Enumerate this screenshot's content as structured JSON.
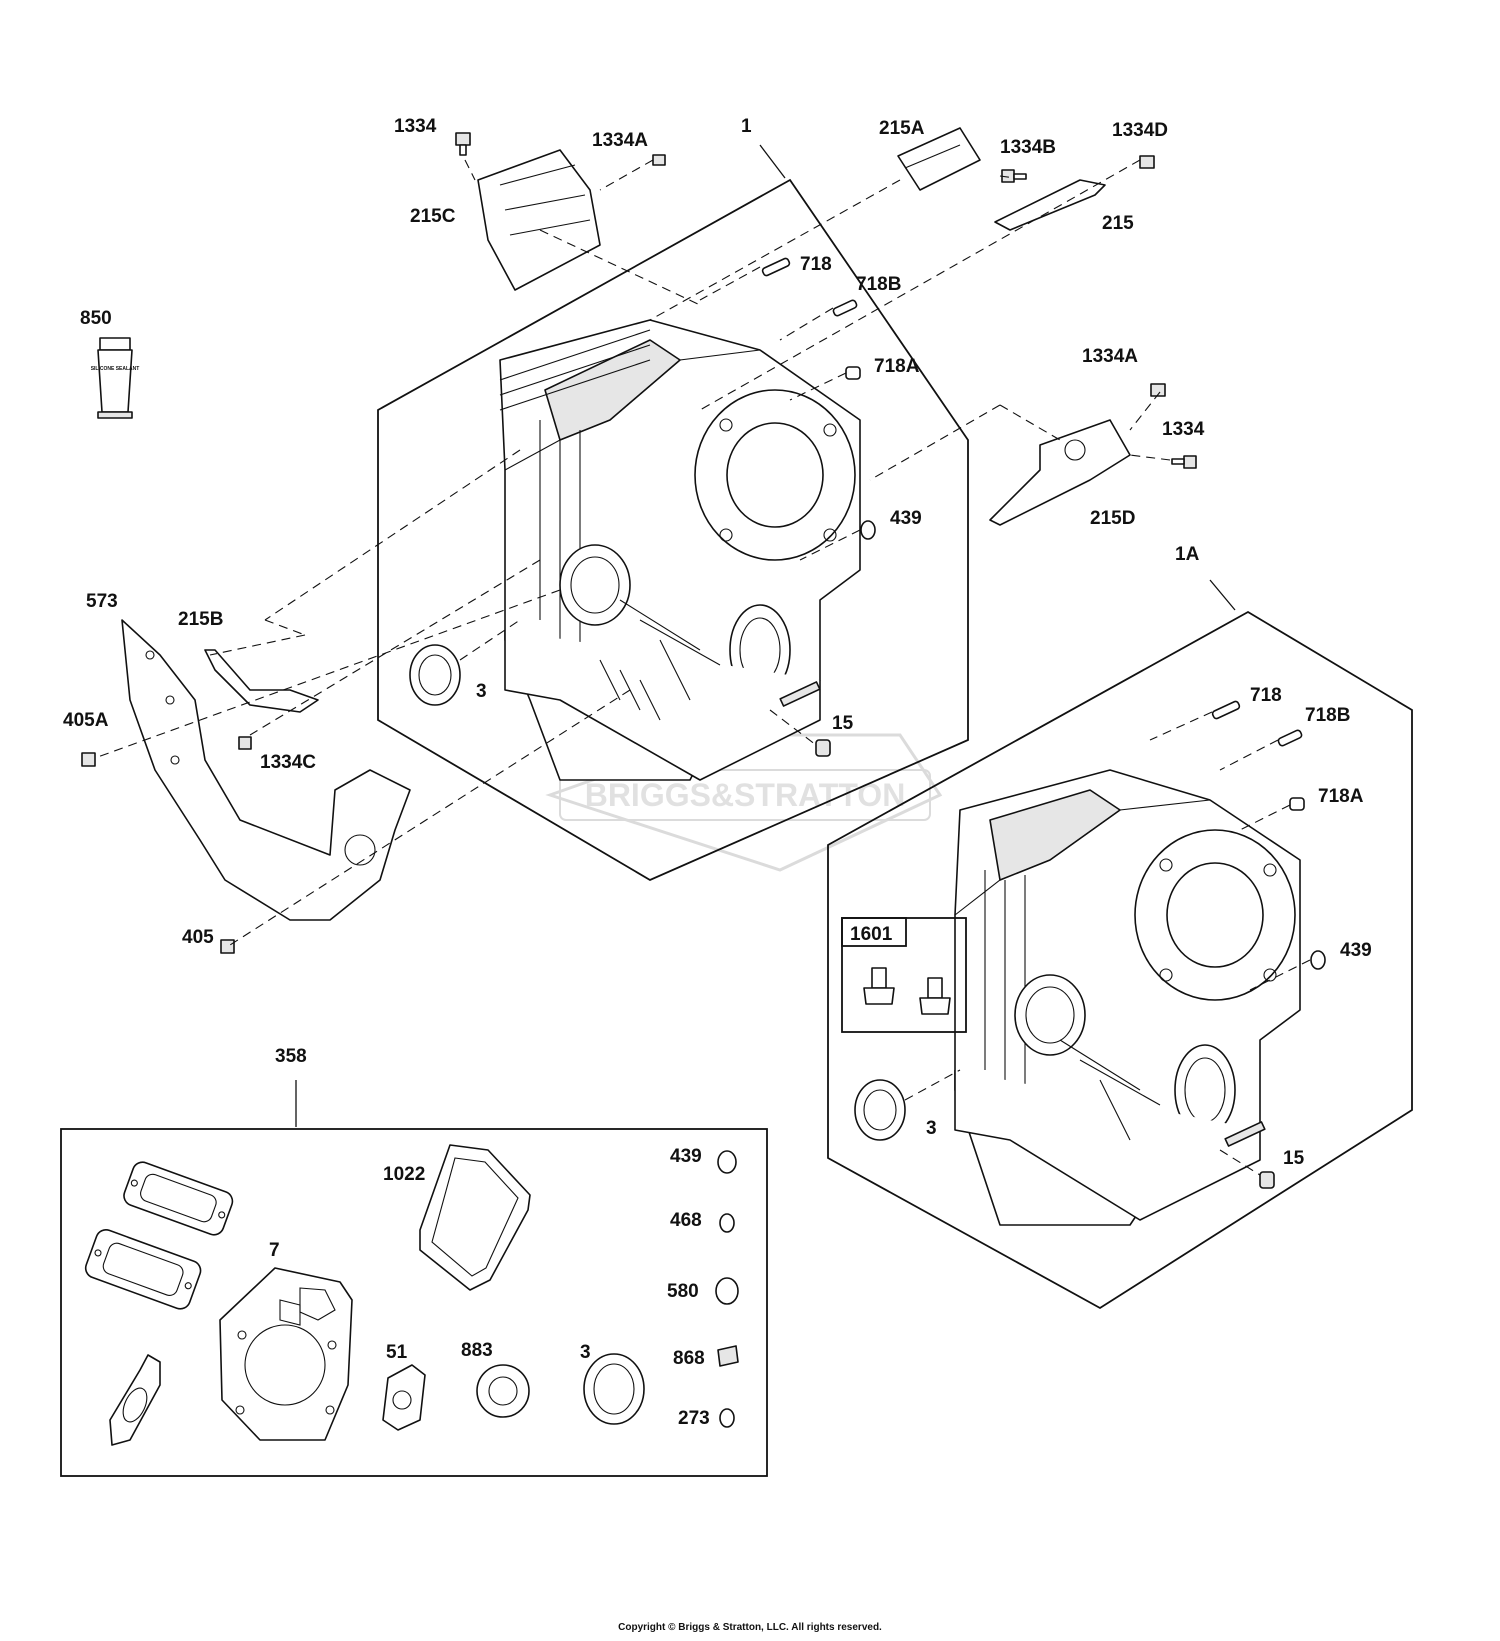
{
  "watermark": "BRIGGS&STRATTON",
  "tube_label": "SILICONE SEALANT",
  "copyright": "Copyright © Briggs & Stratton, LLC. All rights reserved.",
  "labels": {
    "l1334_top": "1334",
    "l1334A_top": "1334A",
    "l215C": "215C",
    "l1": "1",
    "l215A": "215A",
    "l1334B": "1334B",
    "l1334D": "1334D",
    "l215": "215",
    "l718": "718",
    "l718B": "718B",
    "l718A": "718A",
    "l850": "850",
    "l1334A_right": "1334A",
    "l1334_right": "1334",
    "l215D": "215D",
    "l439": "439",
    "l1A": "1A",
    "l573": "573",
    "l215B": "215B",
    "l405A": "405A",
    "l1334C": "1334C",
    "l3": "3",
    "l15": "15",
    "l718_b": "718",
    "l718B_b": "718B",
    "l718A_b": "718A",
    "l405": "405",
    "l1601": "1601",
    "l439_b": "439",
    "l3_b": "3",
    "l15_b": "15",
    "l358": "358",
    "l1022": "1022",
    "l439_k": "439",
    "l468": "468",
    "l7": "7",
    "l580": "580",
    "l51": "51",
    "l883": "883",
    "l3_k": "3",
    "l868": "868",
    "l273": "273"
  }
}
